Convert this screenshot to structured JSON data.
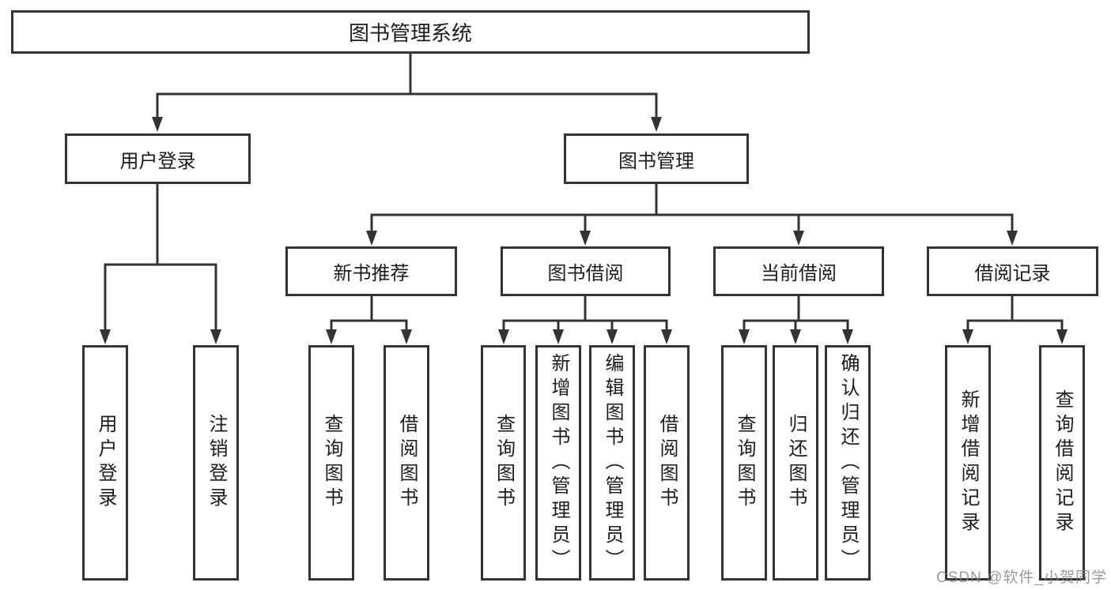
{
  "tree": {
    "label": "图书管理系统",
    "children": [
      {
        "label": "用户登录",
        "children": [
          {
            "label": "用户登录"
          },
          {
            "label": "注销登录"
          }
        ]
      },
      {
        "label": "图书管理",
        "children": [
          {
            "label": "新书推荐",
            "children": [
              {
                "label": "查询图书"
              },
              {
                "label": "借阅图书"
              }
            ]
          },
          {
            "label": "图书借阅",
            "children": [
              {
                "label": "查询图书"
              },
              {
                "label": "新增图书（管理员）"
              },
              {
                "label": "编辑图书（管理员）"
              },
              {
                "label": "借阅图书"
              }
            ]
          },
          {
            "label": "当前借阅",
            "children": [
              {
                "label": "查询图书"
              },
              {
                "label": "归还图书"
              },
              {
                "label": "确认归还（管理员）"
              }
            ]
          },
          {
            "label": "借阅记录",
            "children": [
              {
                "label": "新增借阅记录"
              },
              {
                "label": "查询借阅记录"
              }
            ]
          }
        ]
      }
    ]
  },
  "watermark": {
    "text": "CSDN @软件_小贺同学"
  },
  "colors": {
    "line": "#333333",
    "box_border": "#333333",
    "text": "#1c1c1c",
    "background": "#ffffff",
    "watermark": "#848484"
  }
}
